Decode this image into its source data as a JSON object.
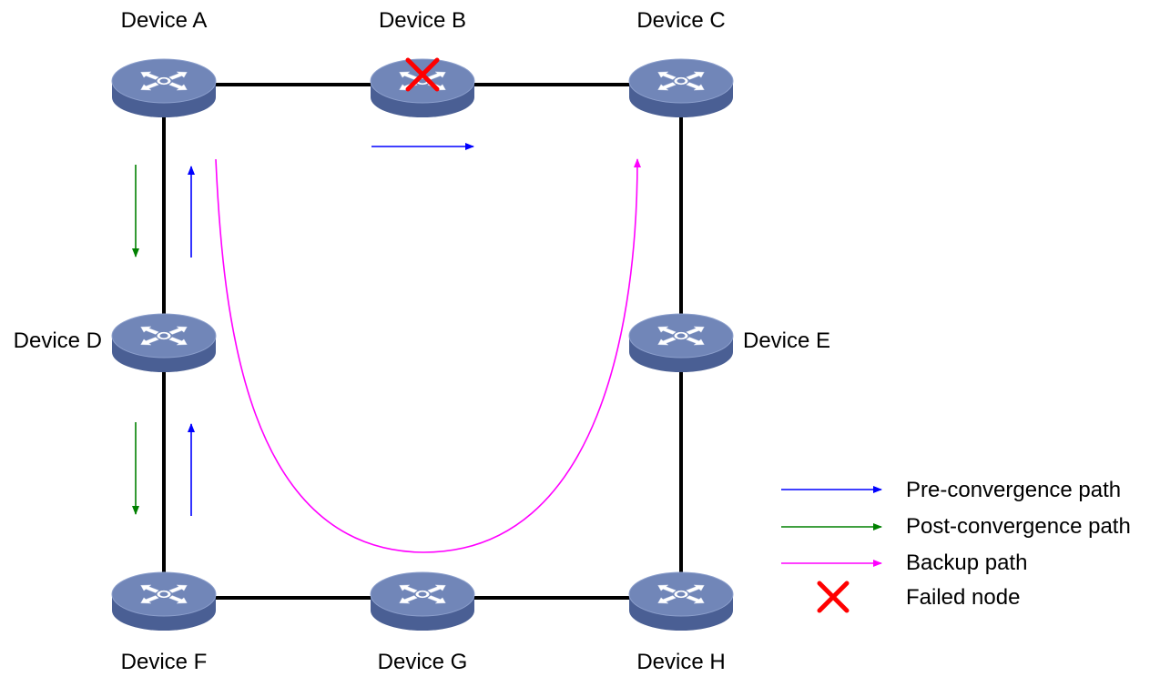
{
  "devices": [
    {
      "id": "A",
      "label": "Device A",
      "failed": false
    },
    {
      "id": "B",
      "label": "Device B",
      "failed": true
    },
    {
      "id": "C",
      "label": "Device C",
      "failed": false
    },
    {
      "id": "D",
      "label": "Device D",
      "failed": false
    },
    {
      "id": "E",
      "label": "Device E",
      "failed": false
    },
    {
      "id": "F",
      "label": "Device F",
      "failed": false
    },
    {
      "id": "G",
      "label": "Device G",
      "failed": false
    },
    {
      "id": "H",
      "label": "Device H",
      "failed": false
    }
  ],
  "links": [
    [
      "A",
      "B"
    ],
    [
      "B",
      "C"
    ],
    [
      "A",
      "D"
    ],
    [
      "D",
      "F"
    ],
    [
      "C",
      "E"
    ],
    [
      "E",
      "H"
    ],
    [
      "F",
      "G"
    ],
    [
      "G",
      "H"
    ]
  ],
  "legend": {
    "pre": "Pre-convergence path",
    "post": "Post-convergence path",
    "backup": "Backup path",
    "failed": "Failed node"
  },
  "colors": {
    "pre": "#0000ff",
    "post": "#008000",
    "backup": "#ff00ff",
    "failed": "#ff0000",
    "device_top": "#7186b8",
    "device_side": "#4a5f94",
    "link": "#000000"
  },
  "icons": {
    "device": "switch-icon",
    "failed": "x-mark-icon"
  }
}
